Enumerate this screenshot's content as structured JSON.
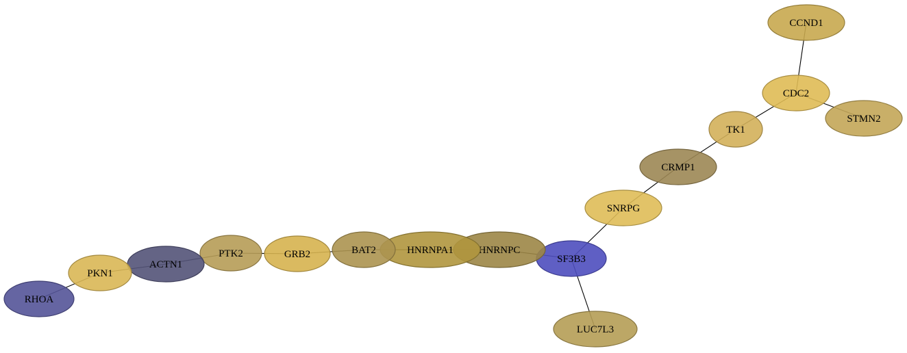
{
  "nodes": [
    {
      "id": "CCND1",
      "label": "CCND1",
      "fill": "#c8a94f"
    },
    {
      "id": "CDC2",
      "label": "CDC2",
      "fill": "#dfbb55"
    },
    {
      "id": "STMN2",
      "label": "STMN2",
      "fill": "#c3a658"
    },
    {
      "id": "TK1",
      "label": "TK1",
      "fill": "#d3b05a"
    },
    {
      "id": "CRMP1",
      "label": "CRMP1",
      "fill": "#9c8754"
    },
    {
      "id": "SNRPG",
      "label": "SNRPG",
      "fill": "#dfbd58"
    },
    {
      "id": "SF3B3",
      "label": "SF3B3",
      "fill": "#4e4ebe"
    },
    {
      "id": "LUC7L3",
      "label": "LUC7L3",
      "fill": "#b59d55"
    },
    {
      "id": "HNRNPC",
      "label": "HNRNPC",
      "fill": "#9c8646"
    },
    {
      "id": "HNRNPA1",
      "label": "HNRNPA1",
      "fill": "#b0963e"
    },
    {
      "id": "BAT2",
      "label": "BAT2",
      "fill": "#ac9450"
    },
    {
      "id": "GRB2",
      "label": "GRB2",
      "fill": "#d6b24f"
    },
    {
      "id": "PTK2",
      "label": "PTK2",
      "fill": "#b69c56"
    },
    {
      "id": "ACTN1",
      "label": "ACTN1",
      "fill": "#535378"
    },
    {
      "id": "PKN1",
      "label": "PKN1",
      "fill": "#d9b755"
    },
    {
      "id": "RHOA",
      "label": "RHOA",
      "fill": "#545498"
    }
  ],
  "edges": [
    [
      "CCND1",
      "CDC2"
    ],
    [
      "CDC2",
      "STMN2"
    ],
    [
      "CDC2",
      "TK1"
    ],
    [
      "TK1",
      "CRMP1"
    ],
    [
      "CRMP1",
      "SNRPG"
    ],
    [
      "SNRPG",
      "SF3B3"
    ],
    [
      "SF3B3",
      "LUC7L3"
    ],
    [
      "SF3B3",
      "HNRNPC"
    ],
    [
      "HNRNPC",
      "HNRNPA1"
    ],
    [
      "HNRNPA1",
      "BAT2"
    ],
    [
      "BAT2",
      "GRB2"
    ],
    [
      "GRB2",
      "PTK2"
    ],
    [
      "PTK2",
      "ACTN1"
    ],
    [
      "ACTN1",
      "PKN1"
    ],
    [
      "PKN1",
      "RHOA"
    ]
  ]
}
